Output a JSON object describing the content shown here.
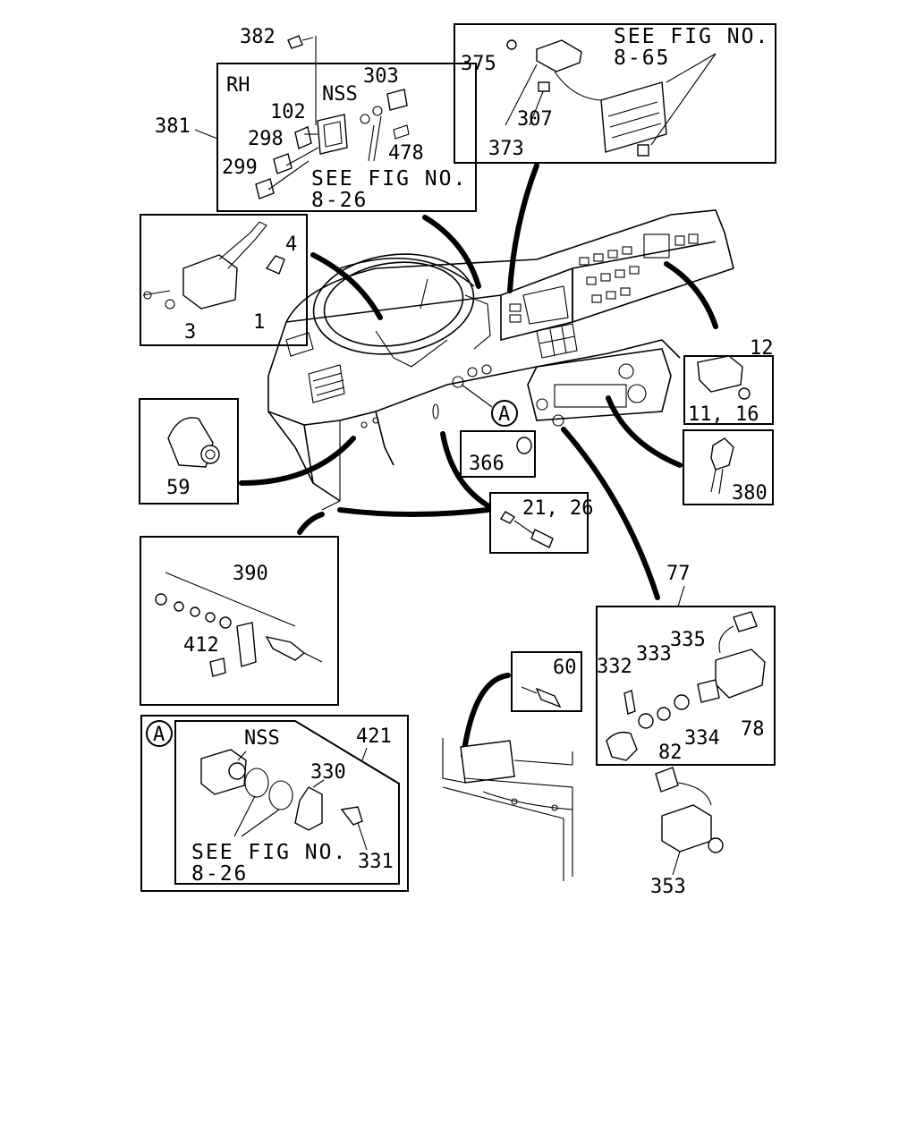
{
  "labels": {
    "l382": "382",
    "l381": "381",
    "rh": "RH",
    "nss1": "NSS",
    "l303": "303",
    "l102": "102",
    "l298": "298",
    "l299": "299",
    "l478": "478",
    "see1a": "SEE FIG NO.",
    "see1b": "8-26",
    "l375": "375",
    "see2a": "SEE FIG NO.",
    "see2b": "8-65",
    "l307": "307",
    "l373": "373",
    "l4": "4",
    "l3": "3",
    "l1": "1",
    "l12": "12",
    "l1116": "11, 16",
    "a_marker": "A",
    "l59": "59",
    "l366": "366",
    "l380": "380",
    "l2126": "21, 26",
    "l390": "390",
    "l412": "412",
    "l77": "77",
    "l332": "332",
    "l333": "333",
    "l335": "335",
    "l334": "334",
    "l78": "78",
    "l82": "82",
    "l60": "60",
    "a_box": "A",
    "nss2": "NSS",
    "l421": "421",
    "l330": "330",
    "l331": "331",
    "see3a": "SEE FIG NO.",
    "see3b": "8-26",
    "l353": "353"
  }
}
